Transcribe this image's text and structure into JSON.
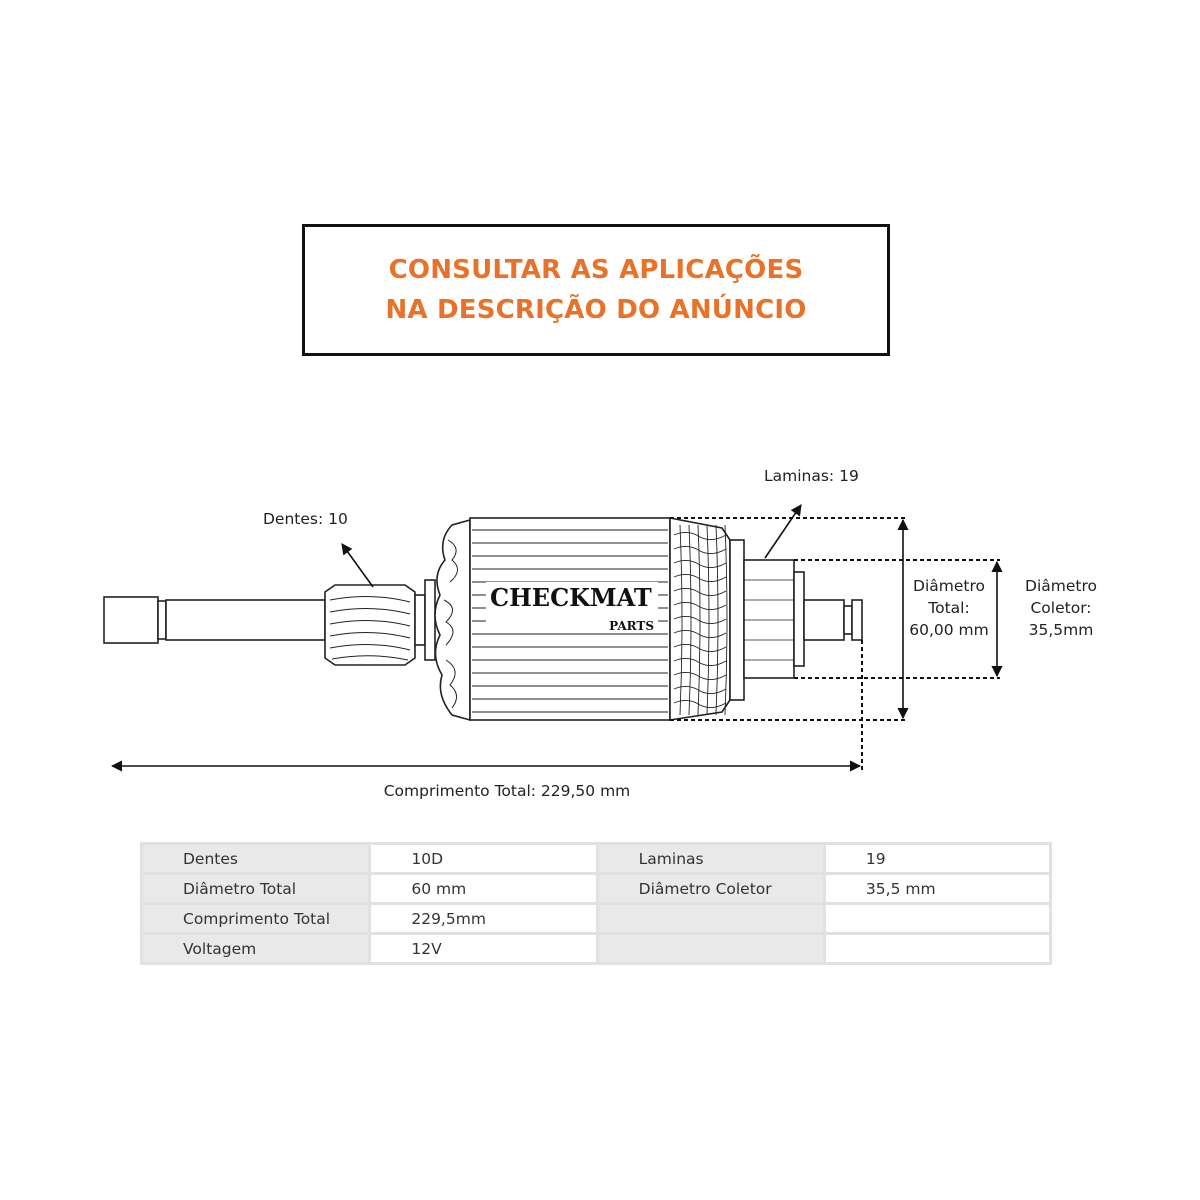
{
  "colors": {
    "accent": "#e8722a"
  },
  "notice": {
    "line1": "CONSULTAR AS APLICAÇÕES",
    "line2": "NA DESCRIÇÃO DO ANÚNCIO"
  },
  "logo": {
    "brand": "CHECKMAT",
    "sub": "PARTS"
  },
  "annotations": {
    "dentes": "Dentes: 10",
    "laminas": "Laminas:  19",
    "diam_total": [
      "Diâmetro",
      "Total:",
      "60,00 mm"
    ],
    "diam_coletor": [
      "Diâmetro",
      "Coletor:",
      "35,5mm"
    ],
    "comprimento": "Comprimento Total: 229,50 mm"
  },
  "specs": [
    [
      "Dentes",
      "10D",
      "Laminas",
      "19"
    ],
    [
      "Diâmetro Total",
      "60 mm",
      "Diâmetro Coletor",
      "35,5 mm"
    ],
    [
      "Comprimento Total",
      "229,5mm",
      "",
      ""
    ],
    [
      "Voltagem",
      "12V",
      "",
      ""
    ]
  ]
}
